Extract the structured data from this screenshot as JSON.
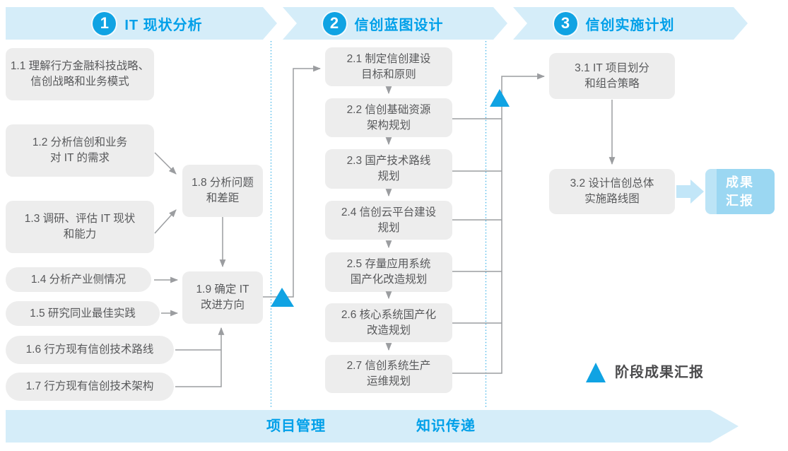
{
  "phases": [
    {
      "number": "1",
      "title": "IT 现状分析"
    },
    {
      "number": "2",
      "title": "信创蓝图设计"
    },
    {
      "number": "3",
      "title": "信创实施计划"
    }
  ],
  "phase1": {
    "b11": {
      "l1": "1.1 理解行方金融科技战略、",
      "l2": "信创战略和业务模式"
    },
    "b12": {
      "l1": "1.2 分析信创和业务",
      "l2": "对 IT 的需求"
    },
    "b13": {
      "l1": "1.3 调研、评估 IT 现状",
      "l2": "和能力"
    },
    "b14": {
      "l1": "1.4 分析产业侧情况"
    },
    "b15": {
      "l1": "1.5 研究同业最佳实践"
    },
    "b16": {
      "l1": "1.6 行方现有信创技术路线"
    },
    "b17": {
      "l1": "1.7 行方现有信创技术架构"
    },
    "b18": {
      "l1": "1.8 分析问题",
      "l2": "和差距"
    },
    "b19": {
      "l1": "1.9 确定 IT",
      "l2": "改进方向"
    }
  },
  "phase2": {
    "b21": {
      "l1": "2.1 制定信创建设",
      "l2": "目标和原则"
    },
    "b22": {
      "l1": "2.2 信创基础资源",
      "l2": "架构规划"
    },
    "b23": {
      "l1": "2.3 国产技术路线",
      "l2": "规划"
    },
    "b24": {
      "l1": "2.4 信创云平台建设",
      "l2": "规划"
    },
    "b25": {
      "l1": "2.5 存量应用系统",
      "l2": "国产化改造规划"
    },
    "b26": {
      "l1": "2.6 核心系统国产化",
      "l2": "改造规划"
    },
    "b27": {
      "l1": "2.7 信创系统生产",
      "l2": "运维规划"
    }
  },
  "phase3": {
    "b31": {
      "l1": "3.1 IT 项目划分",
      "l2": "和组合策略"
    },
    "b32": {
      "l1": "3.2 设计信创总体",
      "l2": "实施路线图"
    },
    "result": {
      "l1": "成果",
      "l2": "汇报"
    }
  },
  "footer": {
    "left": "项目管理",
    "right": "知识传递"
  },
  "legend": {
    "label": "阶段成果汇报"
  },
  "colors": {
    "accent": "#10A3E3",
    "banner-bg": "#D5EDF9",
    "banner-text": "#00A0E9",
    "box-bg": "#EDEDED",
    "box-text": "#58595B",
    "connector": "#9B9DA0",
    "result-bg": "#9BD7F2",
    "result-band": "#BCE4F6",
    "result-arrow": "#C2E6F8",
    "divider": "#45B6E9",
    "legend-text": "#4B4B4D"
  }
}
